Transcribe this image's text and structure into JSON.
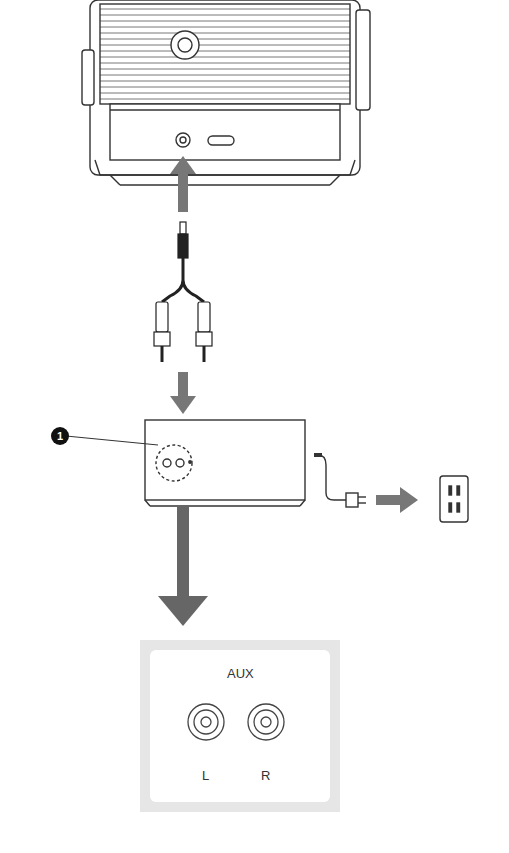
{
  "diagram": {
    "nodes": [
      {
        "text": [
          "AUX",
          "L",
          "R"
        ]
      }
    ],
    "labels": [
      "1"
    ]
  }
}
